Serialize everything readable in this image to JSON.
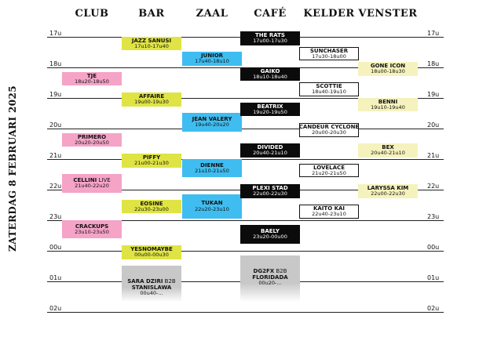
{
  "date_label": "ZATERDAG 8 FEBRUARI 2025",
  "venues": [
    "CLUB",
    "BAR",
    "ZAAL",
    "CAFÉ",
    "KELDER",
    "VENSTER"
  ],
  "hours": [
    "17u",
    "18u",
    "19u",
    "20u",
    "21u",
    "22u",
    "23u",
    "00u",
    "01u",
    "02u"
  ],
  "colors": {
    "pink": "#f5a3c7",
    "yellow": "#dfe444",
    "blue": "#3fbdf0",
    "black": "#0b0b0b",
    "white": "#ffffff",
    "cream": "#f5f2bd",
    "grey": "#c8c8c8"
  },
  "slots": [
    {
      "venue": 0,
      "name": "TJE",
      "time": "18u20-18u50",
      "start": 18.33,
      "end": 18.83,
      "color": "pink"
    },
    {
      "venue": 0,
      "name": "PRIMERO",
      "time": "20u20-20u50",
      "start": 20.33,
      "end": 20.83,
      "color": "pink"
    },
    {
      "venue": 0,
      "name": "CELLINI",
      "extra": " LIVE",
      "time": "21u40-22u20",
      "start": 21.67,
      "end": 22.33,
      "color": "pink"
    },
    {
      "venue": 0,
      "name": "CRACKUPS",
      "time": "23u10-23u50",
      "start": 23.17,
      "end": 23.83,
      "color": "pink"
    },
    {
      "venue": 1,
      "name": "JAZZ SANUSI",
      "time": "17u10-17u40",
      "start": 17.17,
      "end": 17.67,
      "color": "yellow"
    },
    {
      "venue": 1,
      "name": "AFFAIRE",
      "time": "19u00-19u30",
      "start": 19.0,
      "end": 19.5,
      "color": "yellow"
    },
    {
      "venue": 1,
      "name": "PIFFY",
      "time": "21u00-21u30",
      "start": 21.0,
      "end": 21.5,
      "color": "yellow"
    },
    {
      "venue": 1,
      "name": "EOSINE",
      "time": "22u30-23u00",
      "start": 22.5,
      "end": 23.0,
      "color": "yellow"
    },
    {
      "venue": 1,
      "name": "YESNOMAYBE",
      "time": "00u00-00u30",
      "start": 24.0,
      "end": 24.5,
      "color": "yellow"
    },
    {
      "venue": 1,
      "name": "SARA DZIRI",
      "extra": " B2B",
      "name2": "STANISLAWA",
      "time": "00u40-...",
      "start": 24.67,
      "end": 25.9,
      "color": "grey"
    },
    {
      "venue": 2,
      "name": "JUNIOR",
      "time": "17u40-18u10",
      "start": 17.67,
      "end": 18.17,
      "color": "blue"
    },
    {
      "venue": 2,
      "name": "JEAN VALERY",
      "time": "19u40-20u20",
      "start": 19.67,
      "end": 20.33,
      "color": "blue"
    },
    {
      "venue": 2,
      "name": "DIENNE",
      "time": "21u10-21u50",
      "start": 21.17,
      "end": 21.83,
      "color": "blue"
    },
    {
      "venue": 2,
      "name": "TUKAN",
      "time": "22u20-23u10",
      "start": 22.33,
      "end": 23.17,
      "color": "blue"
    },
    {
      "venue": 3,
      "name": "THE RATS",
      "time": "17u00-17u30",
      "start": 17.0,
      "end": 17.5,
      "color": "black"
    },
    {
      "venue": 3,
      "name": "GAIKO",
      "time": "18u10-18u40",
      "start": 18.17,
      "end": 18.67,
      "color": "black"
    },
    {
      "venue": 3,
      "name": "BEATRIX",
      "time": "19u20-19u50",
      "start": 19.33,
      "end": 19.83,
      "color": "black"
    },
    {
      "venue": 3,
      "name": "DIVIDED",
      "time": "20u40-21u10",
      "start": 20.67,
      "end": 21.17,
      "color": "black"
    },
    {
      "venue": 3,
      "name": "PLEXI STAD",
      "time": "22u00-22u30",
      "start": 22.0,
      "end": 22.5,
      "color": "black"
    },
    {
      "venue": 3,
      "name": "BAELY",
      "time": "23u20-00u00",
      "start": 23.33,
      "end": 24.0,
      "color": "black"
    },
    {
      "venue": 3,
      "name": "DG2FX",
      "extra": " B2B",
      "name2": "FLORIDADA",
      "time": "00u20-...",
      "start": 24.33,
      "end": 25.9,
      "color": "grey"
    },
    {
      "venue": 4,
      "name": "SUNCHASER",
      "time": "17u30-18u00",
      "start": 17.5,
      "end": 18.0,
      "color": "white"
    },
    {
      "venue": 4,
      "name": "SCOTTIE",
      "time": "18u40-19u10",
      "start": 18.67,
      "end": 19.17,
      "color": "white"
    },
    {
      "venue": 4,
      "name": "CANDEUR CYCLONE",
      "time": "20u00-20u30",
      "start": 20.0,
      "end": 20.5,
      "color": "white"
    },
    {
      "venue": 4,
      "name": "LOVELACE",
      "time": "21u20-21u50",
      "start": 21.33,
      "end": 21.83,
      "color": "white"
    },
    {
      "venue": 4,
      "name": "KAITO KAI",
      "time": "22u40-23u10",
      "start": 22.67,
      "end": 23.17,
      "color": "white"
    },
    {
      "venue": 5,
      "name": "GONE ICON",
      "time": "18u00-18u30",
      "start": 18.0,
      "end": 18.5,
      "color": "cream"
    },
    {
      "venue": 5,
      "name": "BENNI",
      "time": "19u10-19u40",
      "start": 19.17,
      "end": 19.67,
      "color": "cream"
    },
    {
      "venue": 5,
      "name": "BEX",
      "time": "20u40-21u10",
      "start": 20.67,
      "end": 21.17,
      "color": "cream"
    },
    {
      "venue": 5,
      "name": "LARYSSA KIM",
      "time": "22u00-22u30",
      "start": 22.0,
      "end": 22.5,
      "color": "cream"
    }
  ]
}
